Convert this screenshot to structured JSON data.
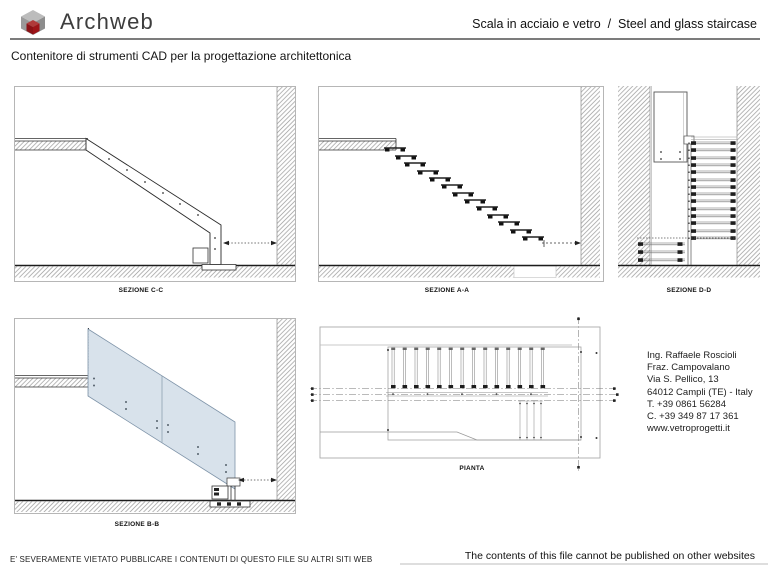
{
  "header": {
    "brand": "Archweb",
    "title": "Scala in acciaio e vetro  /  Steel and glass staircase",
    "subtitle": "Contenitore di strumenti CAD per la progettazione architettonica"
  },
  "drawings": {
    "section_cc_label": "SEZIONE C-C",
    "section_aa_label": "SEZIONE A-A",
    "section_dd_label": "SEZIONE D-D",
    "section_bb_label": "SEZIONE B-B",
    "plan_label": "PIANTA"
  },
  "contact": {
    "lines": [
      "Ing. Raffaele Roscioli",
      "Fraz. Campovalano",
      "Via S. Pellico, 13",
      "64012 Campli (TE) - Italy",
      "T. +39 0861 56284",
      "C. +39 349 87 17 361",
      "www.vetroprogetti.it"
    ]
  },
  "footer": {
    "notice_it": "E' SEVERAMENTE VIETATO PUBBLICARE I CONTENUTI DI QUESTO FILE SU ALTRI SITI WEB",
    "notice_en": "The contents of this file cannot be published on other websites"
  },
  "colors": {
    "logo_gray": "#9a9a9a",
    "logo_red": "#9e1418",
    "glass_fill": "#d5dfe9"
  }
}
